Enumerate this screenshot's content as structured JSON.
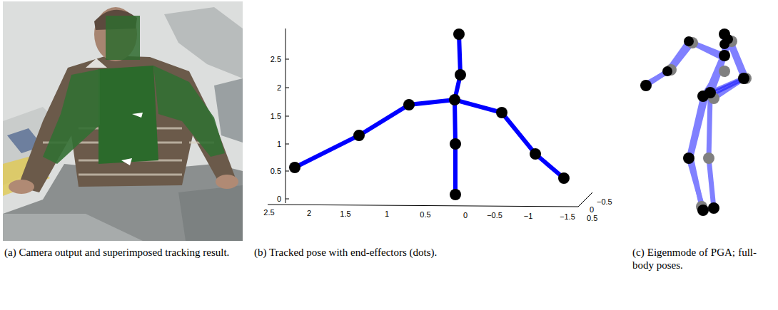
{
  "diagram": {
    "labels": [
      "2.5",
      "2",
      "1.5",
      "1",
      "0.5",
      "0",
      "2.5",
      "2",
      "1.5",
      "1",
      "0.5",
      "0",
      "−0.5",
      "−1",
      "−1.5",
      "−0.5",
      "0",
      "0.5",
      "(a) Camera output and superimposed tracking result.",
      "(b) Tracked pose with end-effectors (dots).",
      "(c) Eigenmode of PGA; full-body poses."
    ]
  }
}
